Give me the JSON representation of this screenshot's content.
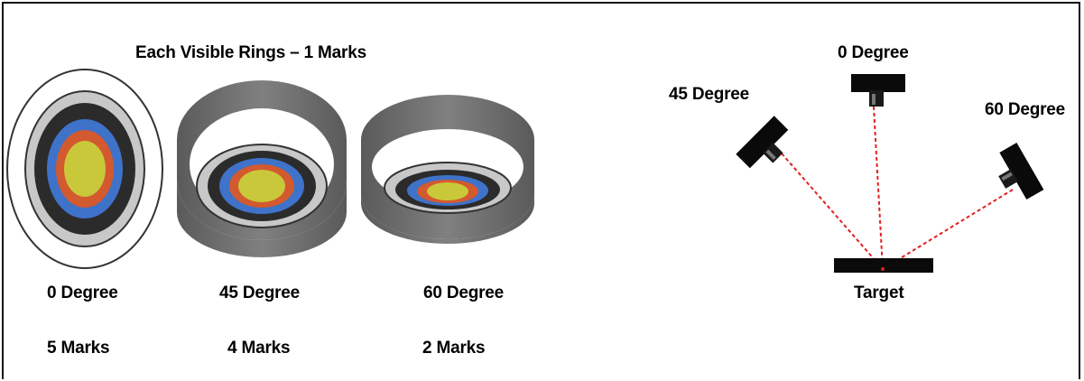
{
  "heading": "Each Visible Rings – 1 Marks",
  "targets": [
    {
      "angle_label": "0 Degree",
      "marks_label": "5 Marks"
    },
    {
      "angle_label": "45 Degree",
      "marks_label": "4 Marks"
    },
    {
      "angle_label": "60 Degree",
      "marks_label": "2 Marks"
    }
  ],
  "setup": {
    "camera_labels": {
      "deg0": "0 Degree",
      "deg45": "45 Degree",
      "deg60": "60 Degree"
    },
    "target_label": "Target"
  },
  "colors": {
    "ring_white": "#ffffff",
    "ring_gray": "#c8c8c8",
    "ring_black": "#2b2b2b",
    "ring_blue": "#3f72c9",
    "ring_orange": "#d3592f",
    "ring_yellow": "#c9c83a",
    "cylinder_gray": "#6f6f6f",
    "laser_red": "#e02020",
    "camera_black": "#0a0a0a"
  }
}
